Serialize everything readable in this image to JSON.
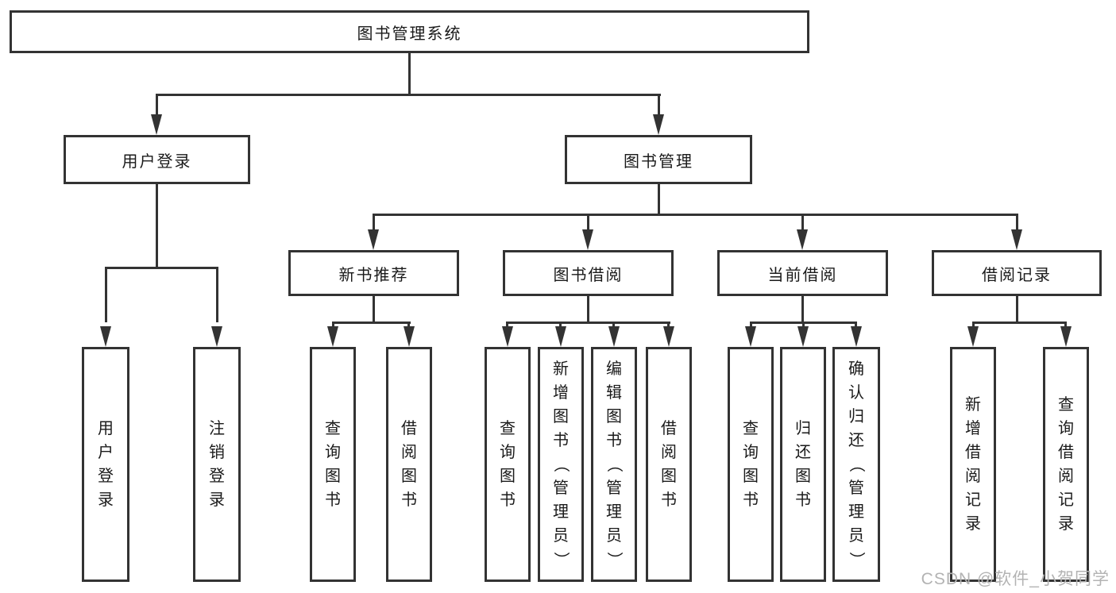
{
  "diagram": {
    "title": "图书管理系统",
    "branches": [
      {
        "label": "用户登录",
        "leaves": [
          "用户登录",
          "注销登录"
        ]
      },
      {
        "label": "图书管理",
        "groups": [
          {
            "label": "新书推荐",
            "leaves": [
              "查询图书",
              "借阅图书"
            ]
          },
          {
            "label": "图书借阅",
            "leaves": [
              "查询图书",
              "新增图书（管理员）",
              "编辑图书（管理员）",
              "借阅图书"
            ]
          },
          {
            "label": "当前借阅",
            "leaves": [
              "查询图书",
              "归还图书",
              "确认归还（管理员）"
            ]
          },
          {
            "label": "借阅记录",
            "leaves": [
              "新增借阅记录",
              "查询借阅记录"
            ]
          }
        ]
      }
    ]
  },
  "watermark": "CSDN @软件_小贺同学",
  "colors": {
    "line": "#333333",
    "border": "#333333",
    "text": "#1a1a1a",
    "watermark": "#b3b3b3",
    "bg": "#ffffff"
  }
}
